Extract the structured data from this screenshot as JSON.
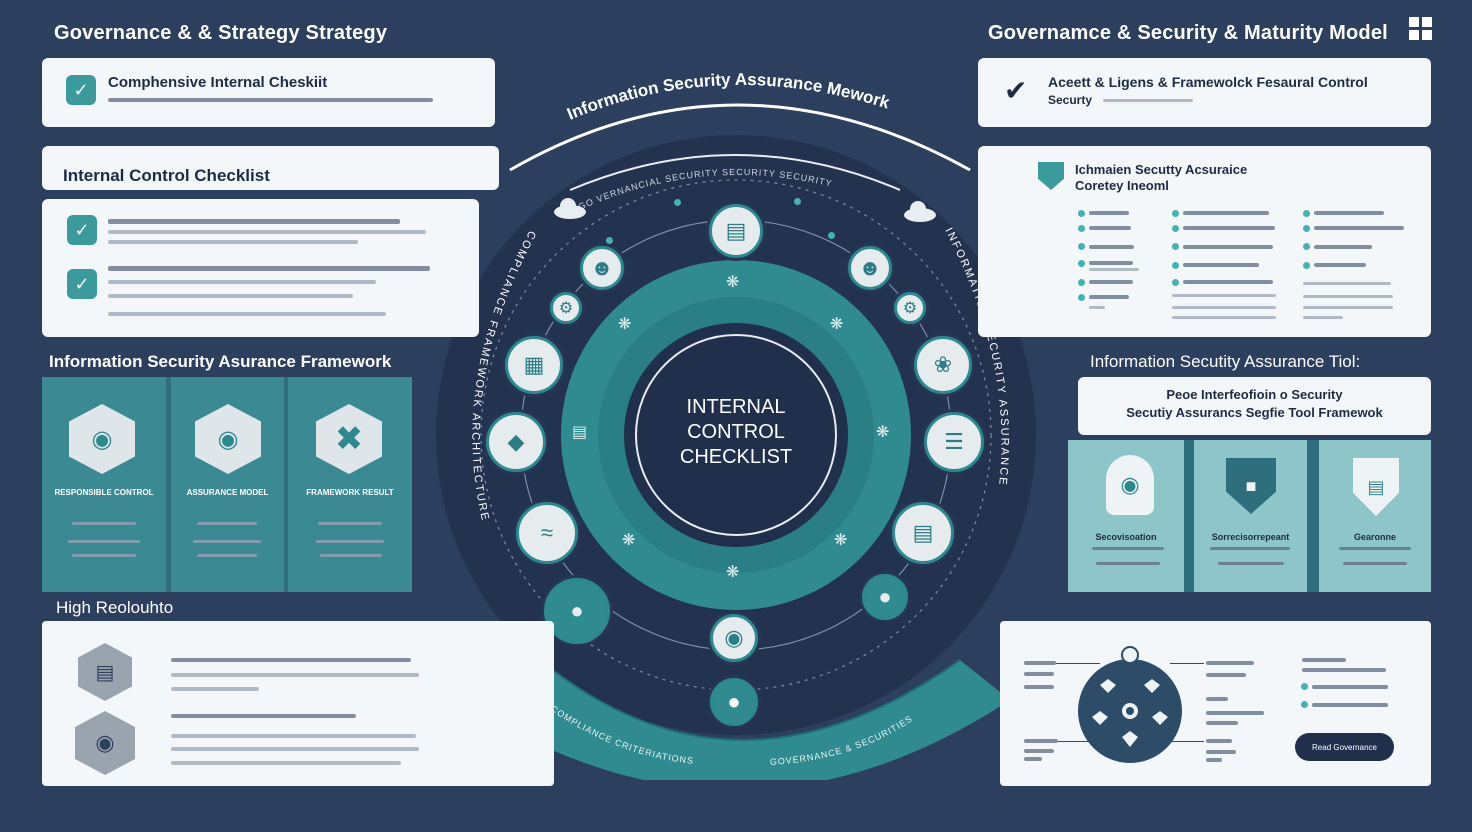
{
  "header": {
    "left_title": "Governance & & Strategy Strategy",
    "right_title": "Governamce & Security & Maturity Model"
  },
  "arc_title": "Information Security Assurance Mework",
  "inner_arc_text": "GO VERNANCIAL SECURITY SECURITY SECURITY",
  "left_side_arc_text": "COMPLIANCE FRAMEWORK ARCHITECTURE",
  "right_side_arc_text": "INFORMATION SECURITY ASSURANCE",
  "center": {
    "line1": "INTERNAL",
    "line2": "CONTROL",
    "line3": "CHECKLIST"
  },
  "bottom_ribbon": {
    "left_text": "COMPLIANCE CRITERIATIONS",
    "right_text": "GOVERNANCE & SECURITIES"
  },
  "left": {
    "card1_title": "Comphensive Internal Cheskiit",
    "section_checklist": "Internal Control Checklist",
    "section_framework": "Information Security Asurance Framework",
    "framework_cards": [
      {
        "label": "RESPONSIBLE CONTROL"
      },
      {
        "label": "ASSURANCE MODEL"
      },
      {
        "label": "FRAMEWORK RESULT"
      }
    ],
    "section_resolution": "High Reolouhto"
  },
  "right": {
    "card1_line1": "Aceett & Ligens & Framewolck Fesaural Control",
    "card1_line2": "Securty",
    "card2_title_line1": "Ichmaien Secutty Acsuraice",
    "card2_title_line2": "Coretey Ineoml",
    "section_tool": "Information Secutity Assurance Tiol:",
    "tool_title_line1": "Peoe Interfeofioin o Security",
    "tool_title_line2": "Secutiy Assurancs Segfie Tool Framewok",
    "tool_cards": [
      {
        "label": "Secovisoation"
      },
      {
        "label": "Sorrecisorrepeant"
      },
      {
        "label": "Gearonne"
      }
    ],
    "button_label": "Read Governance"
  },
  "colors": {
    "background": "#2c3f5e",
    "teal": "#2c8a8f",
    "teal_light": "#6fb9bc",
    "card": "#f4f7f9",
    "navy": "#1d2b45"
  }
}
